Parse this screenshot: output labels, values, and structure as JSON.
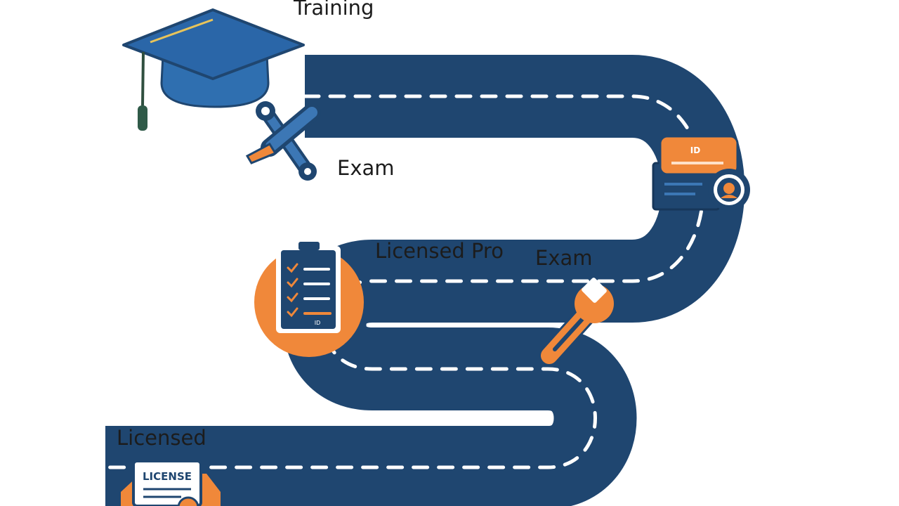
{
  "labels": {
    "training": "Training",
    "exam_1": "Exam",
    "licensed_pro": "Licensed Pro",
    "exam_2": "Exam",
    "licensed": "Licensed"
  },
  "badges": {
    "id_card": "ID",
    "document": "LICENSE",
    "clipboard_footer": "ID"
  },
  "colors": {
    "road": "#1f4670",
    "road_marking": "#ffffff",
    "accent_orange": "#f0883a",
    "cap_blue": "#2f6fb0",
    "text": "#1c1c1c"
  },
  "icons": [
    "graduation-cap-icon",
    "wrench-screwdriver-icon",
    "id-card-icon",
    "checklist-clipboard-icon",
    "wrench-icon",
    "license-document-icon"
  ]
}
